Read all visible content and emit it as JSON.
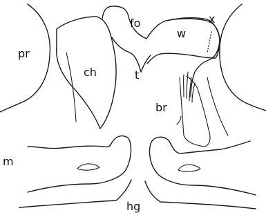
{
  "diagram": {
    "labels": {
      "pr": "pr",
      "ch": "ch",
      "fo": "fo",
      "w": "w",
      "x": "x",
      "t": "t",
      "br": "br",
      "m": "m",
      "hg": "hg"
    },
    "colors": {
      "line": "#1a1a1a",
      "background": "#ffffff"
    }
  }
}
